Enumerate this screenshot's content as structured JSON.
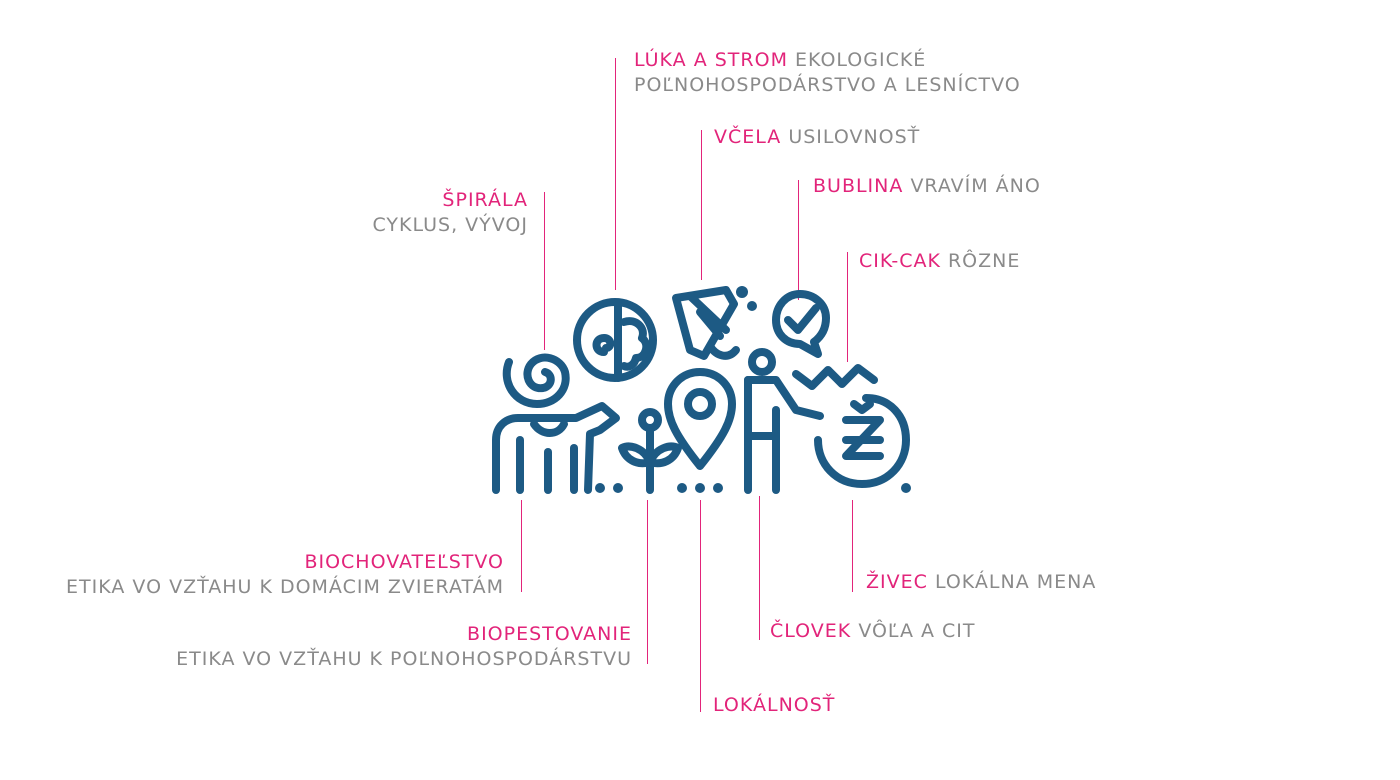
{
  "colors": {
    "accent": "#e2247a",
    "text_gray": "#8a8a8a",
    "logo_blue": "#1d5a84"
  },
  "labels": {
    "luka": {
      "title": "LÚKA A STROM",
      "desc1": "EKOLOGICKÉ",
      "desc2": "POĽNOHOSPODÁRSTVO A LESNÍCTVO"
    },
    "vcela": {
      "title": "VČELA",
      "desc": "USILOVNOSŤ"
    },
    "bublina": {
      "title": "BUBLINA",
      "desc": "VRAVÍM ÁNO"
    },
    "spirala": {
      "title": "ŠPIRÁLA",
      "desc": "CYKLUS, VÝVOJ"
    },
    "cikcak": {
      "title": "CIK-CAK",
      "desc": "RÔZNE"
    },
    "biochov": {
      "title": "BIOCHOVATEĽSTVO",
      "desc": "ETIKA VO VZŤAHU K DOMÁCIM ZVIERATÁM"
    },
    "biopest": {
      "title": "BIOPESTOVANIE",
      "desc": "ETIKA VO VZŤAHU K POĽNOHOSPODÁRSTVU"
    },
    "lokalnost": {
      "title": "LOKÁLNOSŤ"
    },
    "clovek": {
      "title": "ČLOVEK",
      "desc": "VÔĽA A CIT"
    },
    "zivec": {
      "title": "ŽIVEC",
      "desc": "LOKÁLNA MENA"
    }
  }
}
